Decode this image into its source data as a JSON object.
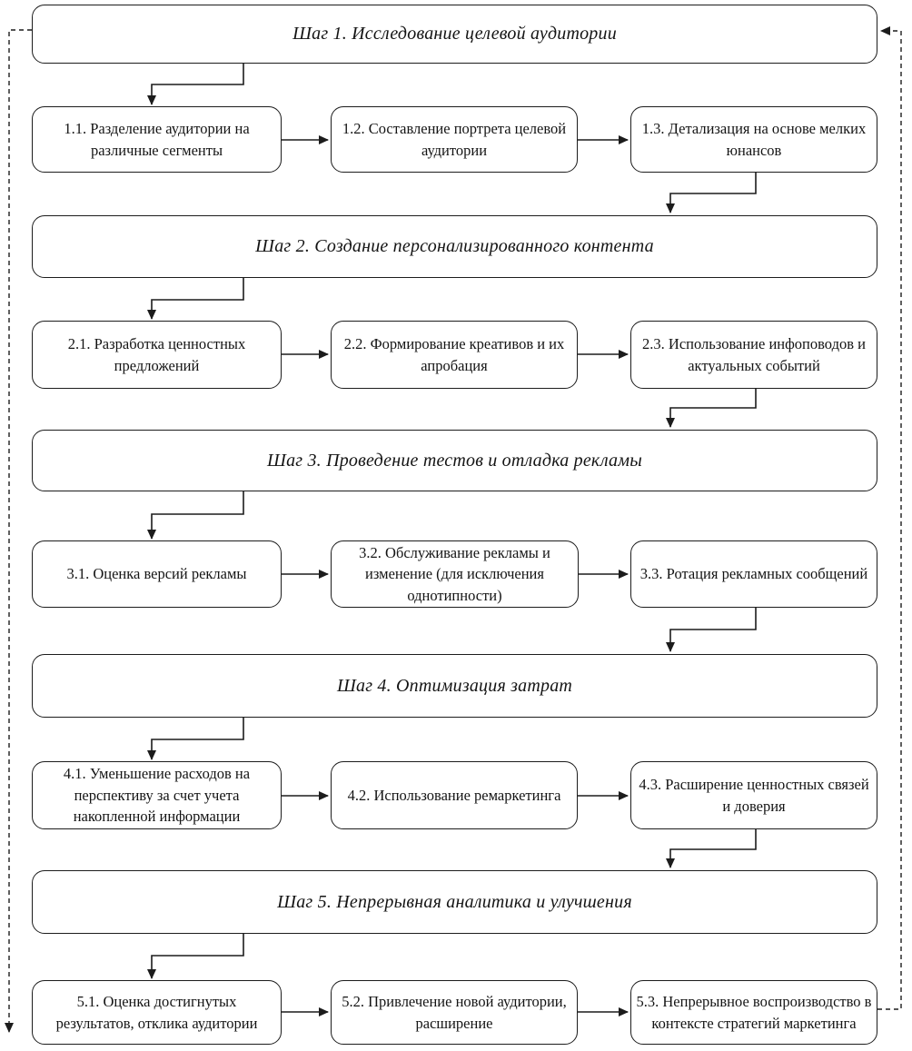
{
  "steps": [
    {
      "header": "Шаг 1. Исследование целевой аудитории",
      "items": [
        "1.1. Разделение аудитории на различные сегменты",
        "1.2. Составление портрета целевой аудитории",
        "1.3. Детализация на основе мелких юнансов"
      ]
    },
    {
      "header": "Шаг 2. Создание персонализированного контента",
      "items": [
        "2.1. Разработка ценностных предложений",
        "2.2. Формирование креативов и их апробация",
        "2.3. Использование инфоповодов и актуальных событий"
      ]
    },
    {
      "header": "Шаг 3. Проведение тестов и отладка рекламы",
      "items": [
        "3.1. Оценка версий рекламы",
        "3.2. Обслуживание рекламы и изменение (для исключения однотипности)",
        "3.3. Ротация рекламных сообщений"
      ]
    },
    {
      "header": "Шаг 4. Оптимизация затрат",
      "items": [
        "4.1. Уменьшение расходов на перспективу за счет учета накопленной информации",
        "4.2. Использование ремаркетинга",
        "4.3. Расширение ценностных связей и доверия"
      ]
    },
    {
      "header": "Шаг 5. Непрерывная аналитика и улучшения",
      "items": [
        "5.1. Оценка достигнутых результатов, отклика аудитории",
        "5.2. Привлечение новой аудитории, расширение",
        "5.3. Непрерывное воспроизводство в контексте стратегий маркетинга"
      ]
    }
  ],
  "colors": {
    "stroke": "#1c1c1c",
    "background": "#ffffff",
    "text": "#141414"
  }
}
